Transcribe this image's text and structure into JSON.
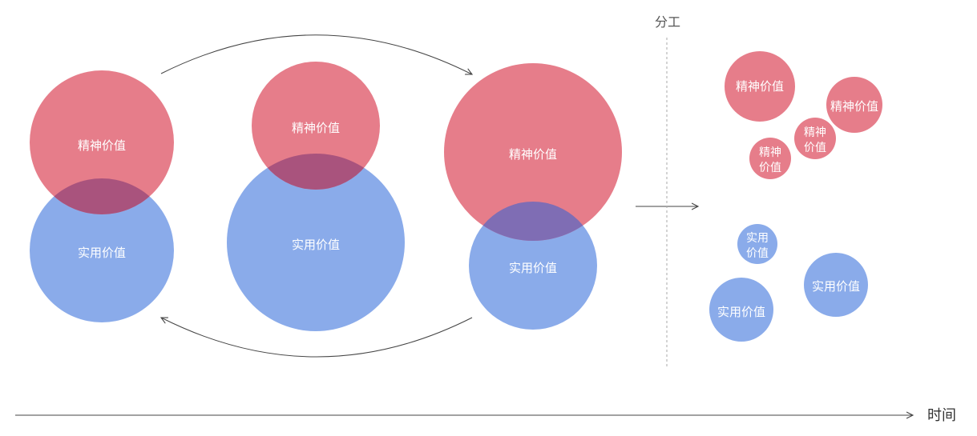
{
  "labels": {
    "spiritual": "精神价值",
    "practical": "实用价值",
    "spiritual_line1": "精神",
    "spiritual_line2": "价值",
    "practical_line1": "实用",
    "practical_line2": "价值",
    "division": "分工",
    "time": "时间"
  },
  "colors": {
    "spiritual": "#e37785",
    "practical": "#7fa3e6",
    "overlap": "#a2527f",
    "overlap_right": "#7f6cb4",
    "line": "#444444",
    "divider": "#aaaaaa"
  }
}
